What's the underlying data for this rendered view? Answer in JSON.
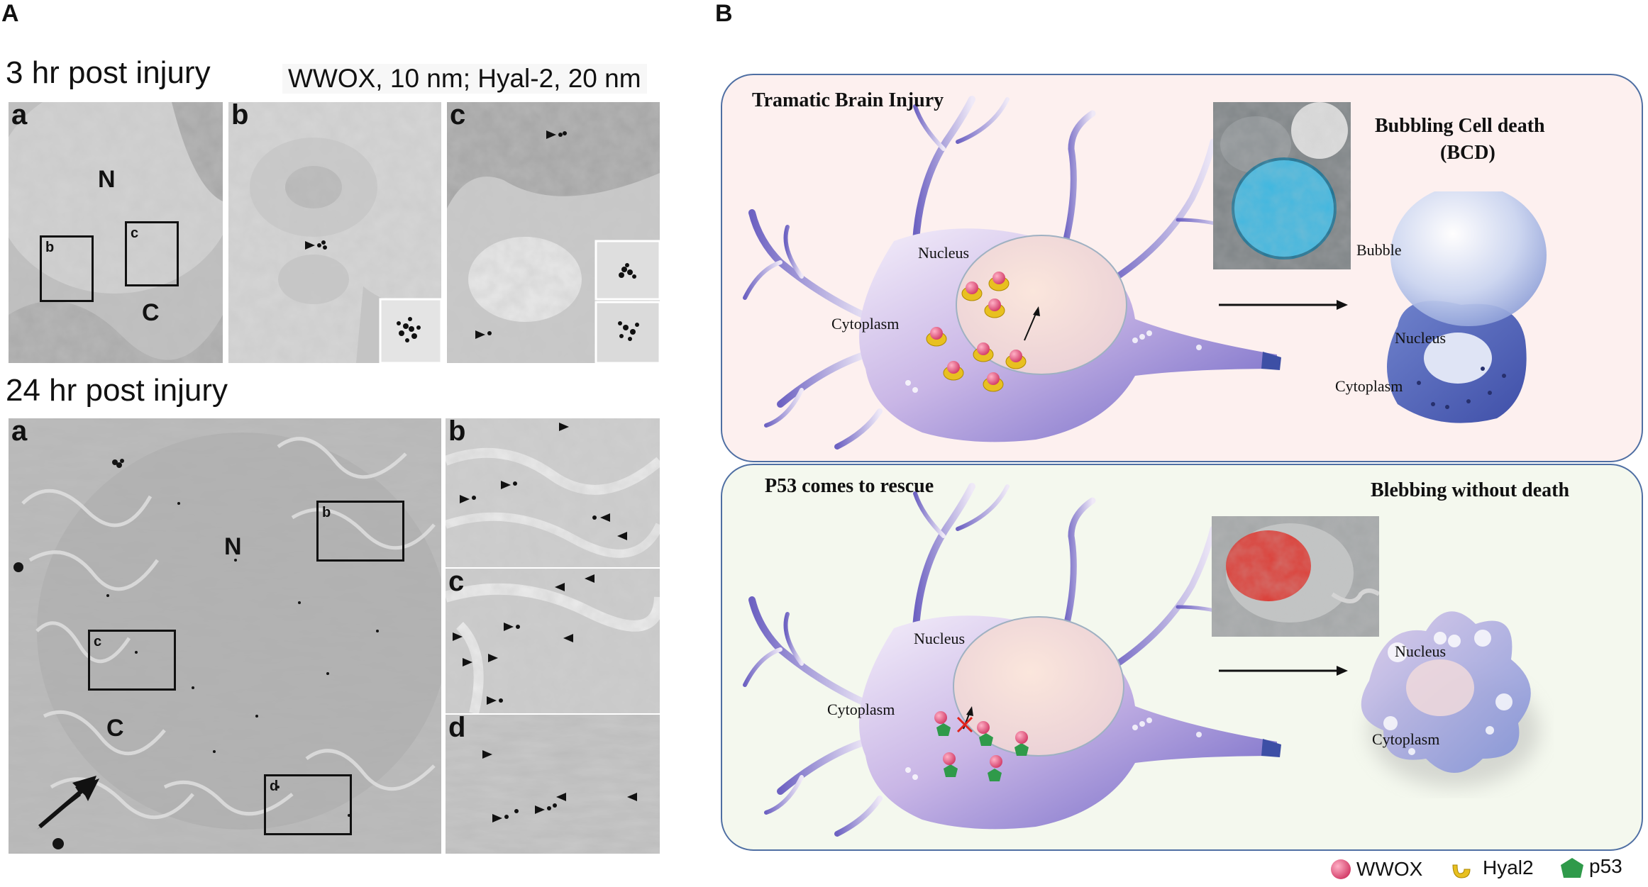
{
  "panel_a": {
    "letter": "A",
    "top": {
      "title": "3 hr post injury",
      "stain": "WWOX, 10 nm; Hyal-2, 20 nm",
      "img_a": {
        "label": "a",
        "nucleus": "N",
        "cyto": "C",
        "box_b": "b",
        "box_c": "c"
      },
      "img_b": {
        "label": "b"
      },
      "img_c": {
        "label": "c"
      }
    },
    "bottom": {
      "title": "24 hr post injury",
      "img_a": {
        "label": "a",
        "nucleus": "N",
        "cyto": "C",
        "box_b": "b",
        "box_c": "c",
        "box_d": "d"
      },
      "img_b": {
        "label": "b"
      },
      "img_c": {
        "label": "c"
      },
      "img_d": {
        "label": "d"
      }
    }
  },
  "panel_b": {
    "letter": "B",
    "top_card": {
      "title": "Tramatic Brain Injury",
      "nucleus": "Nucleus",
      "cytoplasm": "Cytoplasm",
      "result_title_1": "Bubbling Cell death",
      "result_title_2": "(BCD)",
      "bubble": "Bubble",
      "r_nucleus": "Nucleus",
      "r_cytoplasm": "Cytoplasm",
      "photo_color": "#3fb7e0"
    },
    "bottom_card": {
      "title": "P53 comes to rescue",
      "nucleus": "Nucleus",
      "cytoplasm": "Cytoplasm",
      "result_title": "Blebbing without death",
      "r_nucleus": "Nucleus",
      "r_cytoplasm": "Cytoplasm",
      "photo_color": "#e0241c"
    },
    "legend": {
      "wwox": "WWOX",
      "hyal2": "Hyal2",
      "p53": "p53"
    }
  },
  "colors": {
    "card_border": "#4f6fa3",
    "top_card_bg": "#fdf0ef",
    "bottom_card_bg": "#f4f8ee",
    "neuron": "#b9a4dd",
    "wwox": "#e0507a",
    "hyal2": "#e8c020",
    "p53": "#2f9a4a"
  }
}
